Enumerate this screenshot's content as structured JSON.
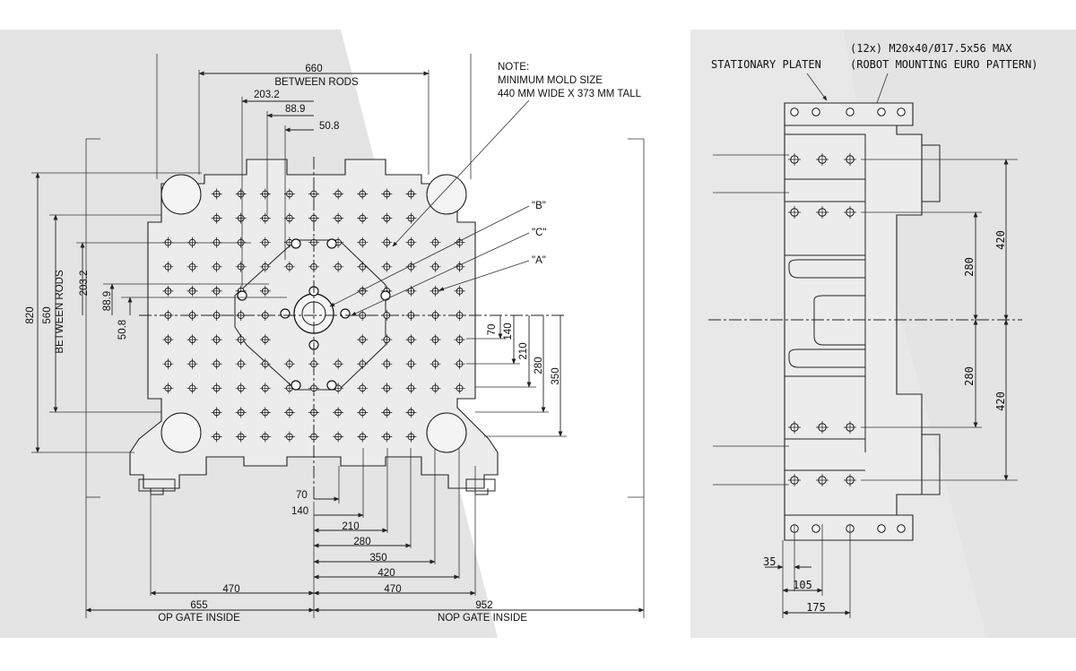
{
  "left_panel": {
    "note": {
      "title": "NOTE:",
      "line1": "MINIMUM MOLD SIZE",
      "line2": "440 MM WIDE X 373 MM TALL"
    },
    "top_dims": {
      "d660": "660",
      "between_rods": "BETWEEN RODS",
      "d203": "203.2",
      "d88": "88.9",
      "d50": "50.8"
    },
    "left_dims": {
      "d820": "820",
      "d560": "560",
      "between_rods": "BETWEEN RODS",
      "d203": "203.2",
      "d88": "88.9",
      "d50": "50.8"
    },
    "right_dims": {
      "d70": "70",
      "d140": "140",
      "d210": "210",
      "d280": "280",
      "d350": "350"
    },
    "callouts": {
      "b": "\"B\"",
      "c": "\"C\"",
      "a": "\"A\""
    },
    "bottom_dims": {
      "d70": "70",
      "d140": "140",
      "d210": "210",
      "d280": "280",
      "d350": "350",
      "d420": "420",
      "d470_right": "470",
      "d470_left": "470",
      "d655": "655",
      "d952": "952",
      "op_gate": "OP GATE INSIDE",
      "nop_gate": "NOP GATE INSIDE"
    }
  },
  "right_panel": {
    "label_platen": "STATIONARY PLATEN",
    "label_spec1": "(12x) M20x40/Ø17.5x56 MAX",
    "label_spec2": "(ROBOT MOUNTING EURO PATTERN)",
    "dims": {
      "d420_top": "420",
      "d280_top": "280",
      "d280_bottom": "280",
      "d420_bottom": "420",
      "d35": "35",
      "d105": "105",
      "d175": "175"
    }
  },
  "colors": {
    "panel_gray": "#e4e4e4",
    "part_fill": "#ececec",
    "line": "#222222"
  }
}
